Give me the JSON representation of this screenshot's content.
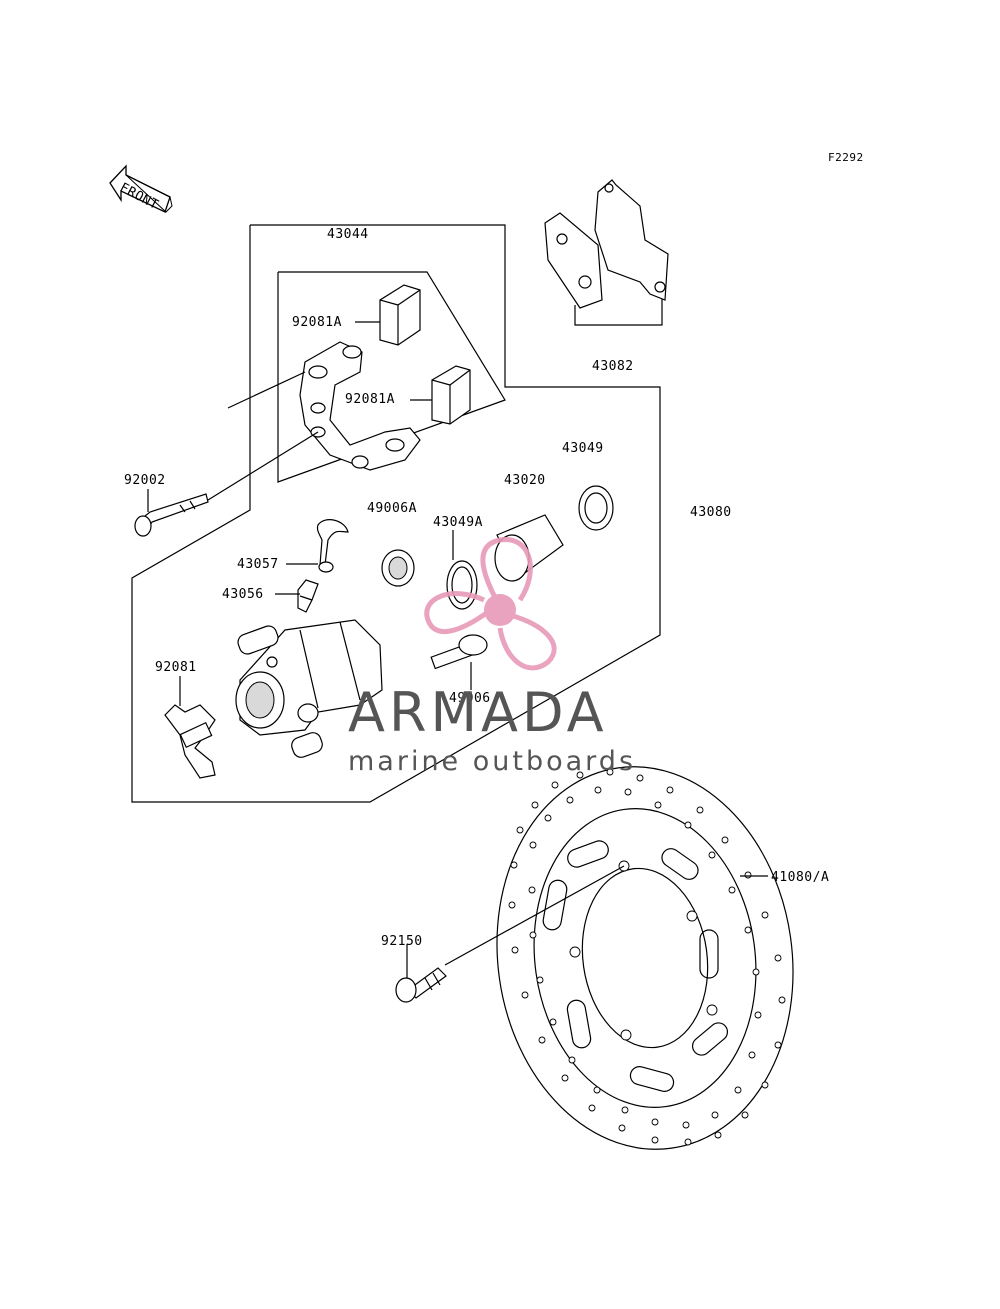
{
  "figure_code": "F2292",
  "front_arrow_label": "FRONT",
  "callouts": {
    "c43044": "43044",
    "c92081A_top": "92081A",
    "c92081A_mid": "92081A",
    "c43082": "43082",
    "c43049": "43049",
    "c43020": "43020",
    "c43080": "43080",
    "c92002": "92002",
    "c49006A": "49006A",
    "c43049A": "43049A",
    "c43057": "43057",
    "c43056": "43056",
    "c92081": "92081",
    "c49006": "49006",
    "c41080A": "41080/A",
    "c92150": "92150"
  },
  "watermark": {
    "title": "ARMADA",
    "subtitle": "marine outboards",
    "title_color": "#555555",
    "accent_color": "#e89ab8"
  }
}
